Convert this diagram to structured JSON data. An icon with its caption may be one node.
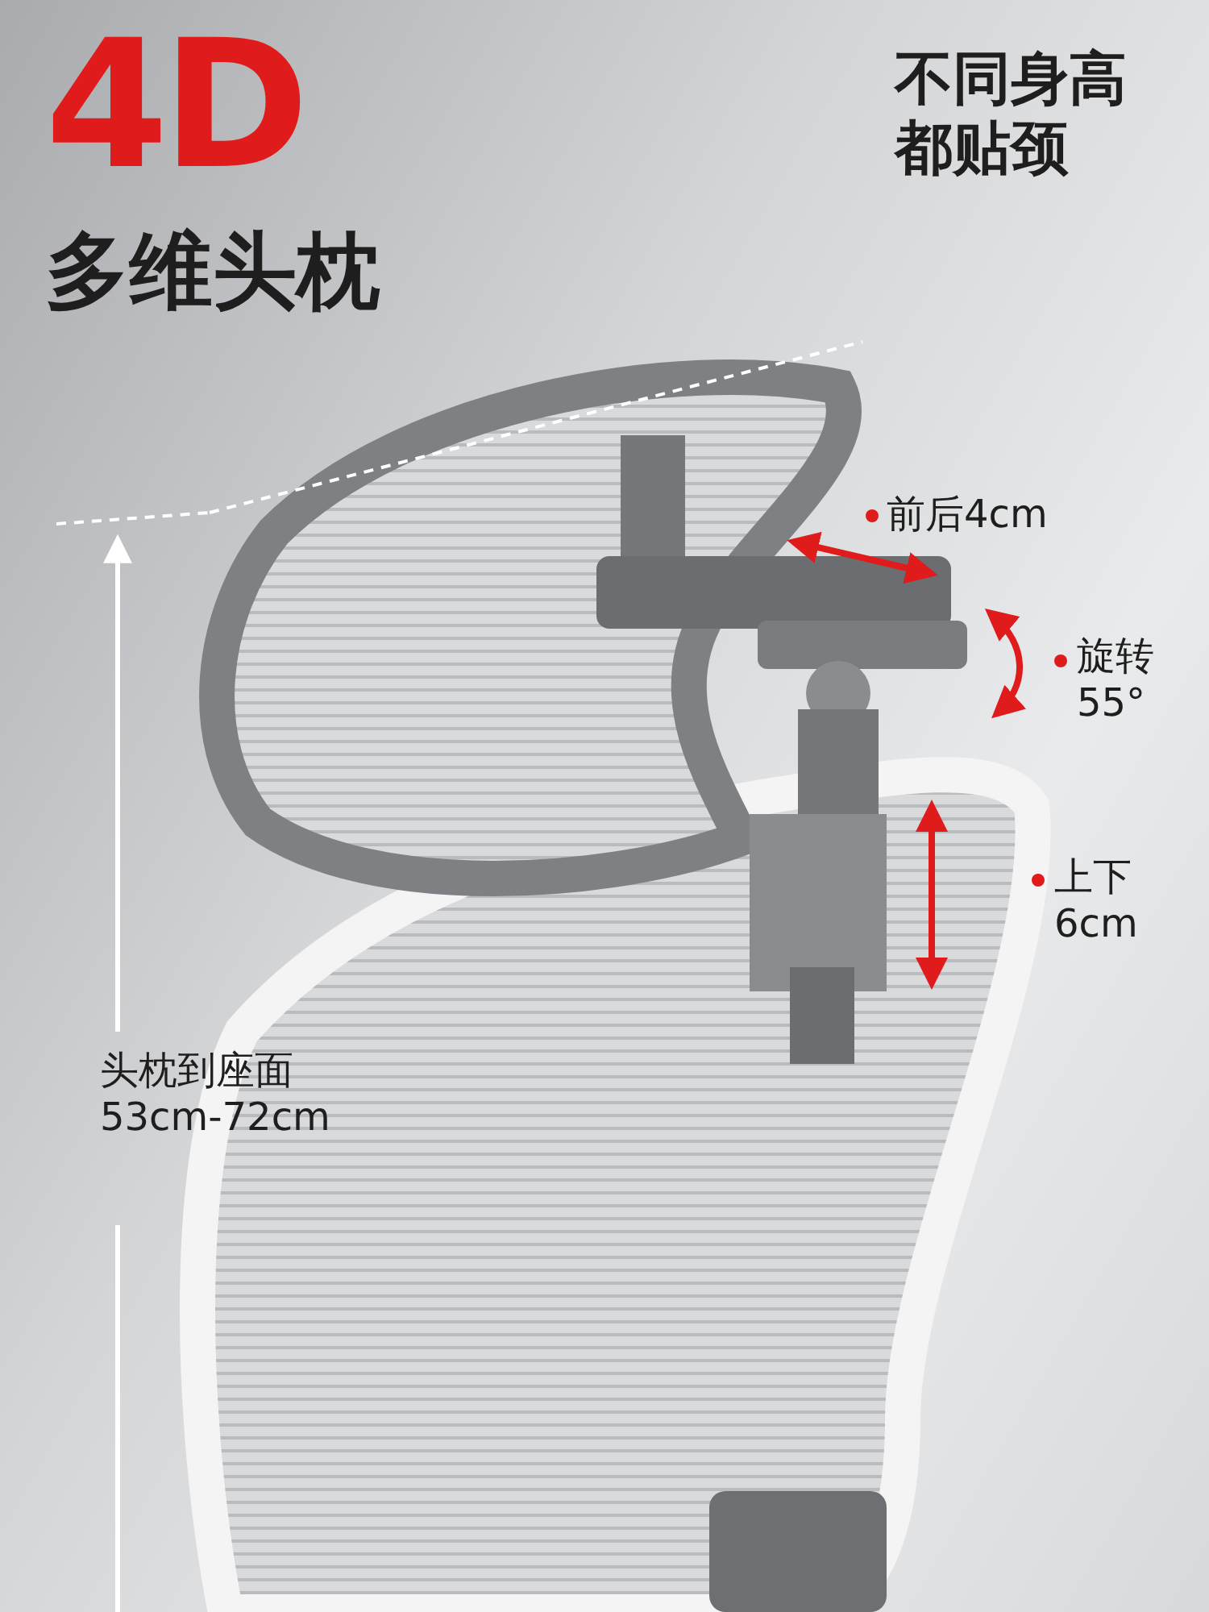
{
  "diagram": {
    "title": "多维头枕",
    "labels": [
      "4D",
      "不同身高都贴颈",
      "前后4cm",
      "旋转55°",
      "上下6cm",
      "头枕到座面53cm-72cm"
    ]
  }
}
